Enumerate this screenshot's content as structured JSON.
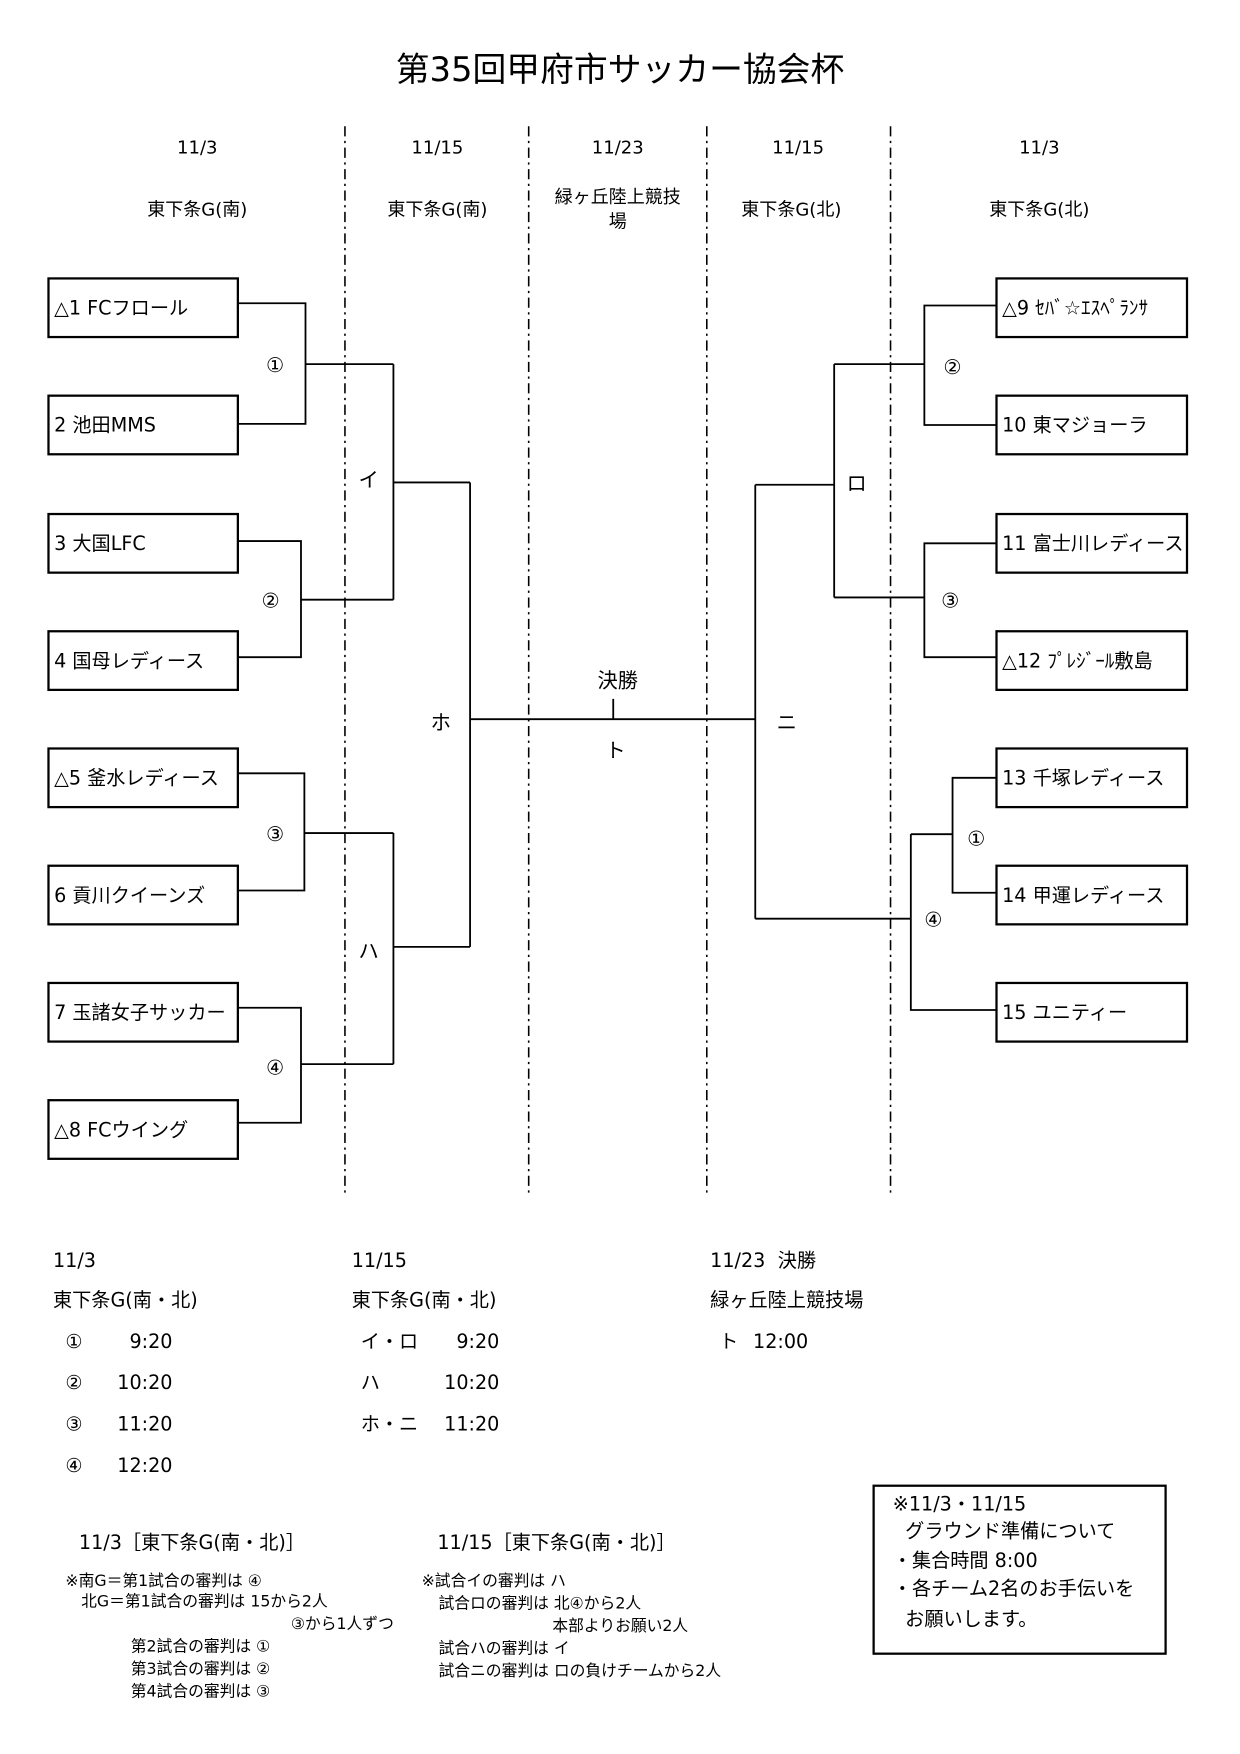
{
  "title": "第35回甲府市サッカー協会杯",
  "columns": [
    {
      "date": "11/3",
      "venue": "東下条G(南)"
    },
    {
      "date": "11/15",
      "venue": "東下条G(南)"
    },
    {
      "date": "11/23",
      "venue_line1": "緑ヶ丘陸上競技",
      "venue_line2": "場"
    },
    {
      "date": "11/15",
      "venue": "東下条G(北)"
    },
    {
      "date": "11/3",
      "venue": "東下条G(北)"
    }
  ],
  "teams_left": [
    "△1 FCフロール",
    "2 池田MMS",
    "3 大国LFC",
    "4 国母レディース",
    "△5 釜水レディース",
    "6 貢川クイーンズ",
    "7 玉諸女子サッカー",
    "△8 FCウイング"
  ],
  "teams_right": [
    "△9 ｾﾊﾞ☆ｴｽﾍﾟﾗﾝｻ",
    "10 東マジョーラ",
    "11 富士川レディース",
    "△12 ﾌﾟﾚｼﾞｰﾙ敷島",
    "13 千塚レディース",
    "14 甲運レディース",
    "15 ユニティー"
  ],
  "matches_left": {
    "m1": "①",
    "m2": "②",
    "m3": "③",
    "m4": "④",
    "i": "イ",
    "ha": "ハ",
    "ho": "ホ"
  },
  "matches_right": {
    "m2": "②",
    "m3": "③",
    "m1": "①",
    "m4": "④",
    "ro": "ロ",
    "ni": "ニ"
  },
  "final": {
    "label": "決勝",
    "match": "ト"
  },
  "schedule": [
    {
      "date": "11/3",
      "venue": "東下条G(南・北)",
      "rows": [
        {
          "match": "①",
          "time": "9:20"
        },
        {
          "match": "②",
          "time": "10:20"
        },
        {
          "match": "③",
          "time": "11:20"
        },
        {
          "match": "④",
          "time": "12:20"
        }
      ]
    },
    {
      "date": "11/15",
      "venue": "東下条G(南・北)",
      "rows": [
        {
          "match": "イ・ロ",
          "time": "9:20"
        },
        {
          "match": "ハ",
          "time": "10:20"
        },
        {
          "match": "ホ・ニ",
          "time": "11:20"
        }
      ]
    },
    {
      "date": "11/23",
      "label": "決勝",
      "venue": "緑ヶ丘陸上競技場",
      "rows": [
        {
          "match": "ト",
          "time": "12:00"
        }
      ]
    }
  ],
  "referee_notes": [
    {
      "heading": "11/3［東下条G(南・北)］",
      "lines": [
        "※南G＝第1試合の審判は ④",
        "北G＝第1試合の審判は 15から2人",
        "③から1人ずつ",
        "第2試合の審判は ①",
        "第3試合の審判は ②",
        "第4試合の審判は ③"
      ]
    },
    {
      "heading": "11/15［東下条G(南・北)］",
      "lines": [
        "※試合イの審判は ハ",
        "試合ロの審判は 北④から2人",
        "本部よりお願い2人",
        "試合ハの審判は イ",
        "試合ニの審判は ロの負けチームから2人"
      ]
    }
  ],
  "info_box": [
    "※11/3・11/15",
    "グラウンド準備について",
    "・集合時間 8:00",
    "・各チーム2名のお手伝いを",
    "お願いします。"
  ]
}
